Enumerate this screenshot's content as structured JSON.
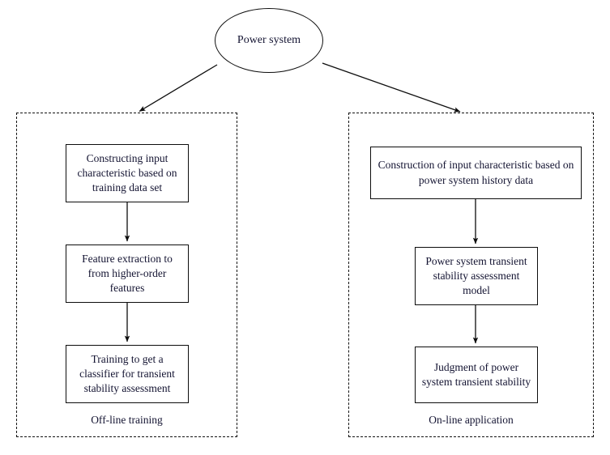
{
  "diagram": {
    "title_node": {
      "label": "Power system",
      "shape": "ellipse"
    },
    "groups": [
      {
        "id": "offline",
        "caption": "Off-line training",
        "border_style": "dashed",
        "boxes": [
          {
            "id": "offline-step-1",
            "label": "Constructing input characteristic based on training data set"
          },
          {
            "id": "offline-step-2",
            "label": "Feature extraction to from higher-order features"
          },
          {
            "id": "offline-step-3",
            "label": "Training to get a classifier for transient stability assessment"
          }
        ]
      },
      {
        "id": "online",
        "caption": "On-line application",
        "border_style": "dashed",
        "boxes": [
          {
            "id": "online-step-1",
            "label": "Construction of input characteristic based on power system history data"
          },
          {
            "id": "online-step-2",
            "label": "Power system transient stability assessment model"
          },
          {
            "id": "online-step-3",
            "label": "Judgment of power system transient stability"
          }
        ]
      }
    ],
    "colors": {
      "stroke": "#0d0d0d",
      "text": "#141432",
      "background": "#ffffff"
    }
  }
}
